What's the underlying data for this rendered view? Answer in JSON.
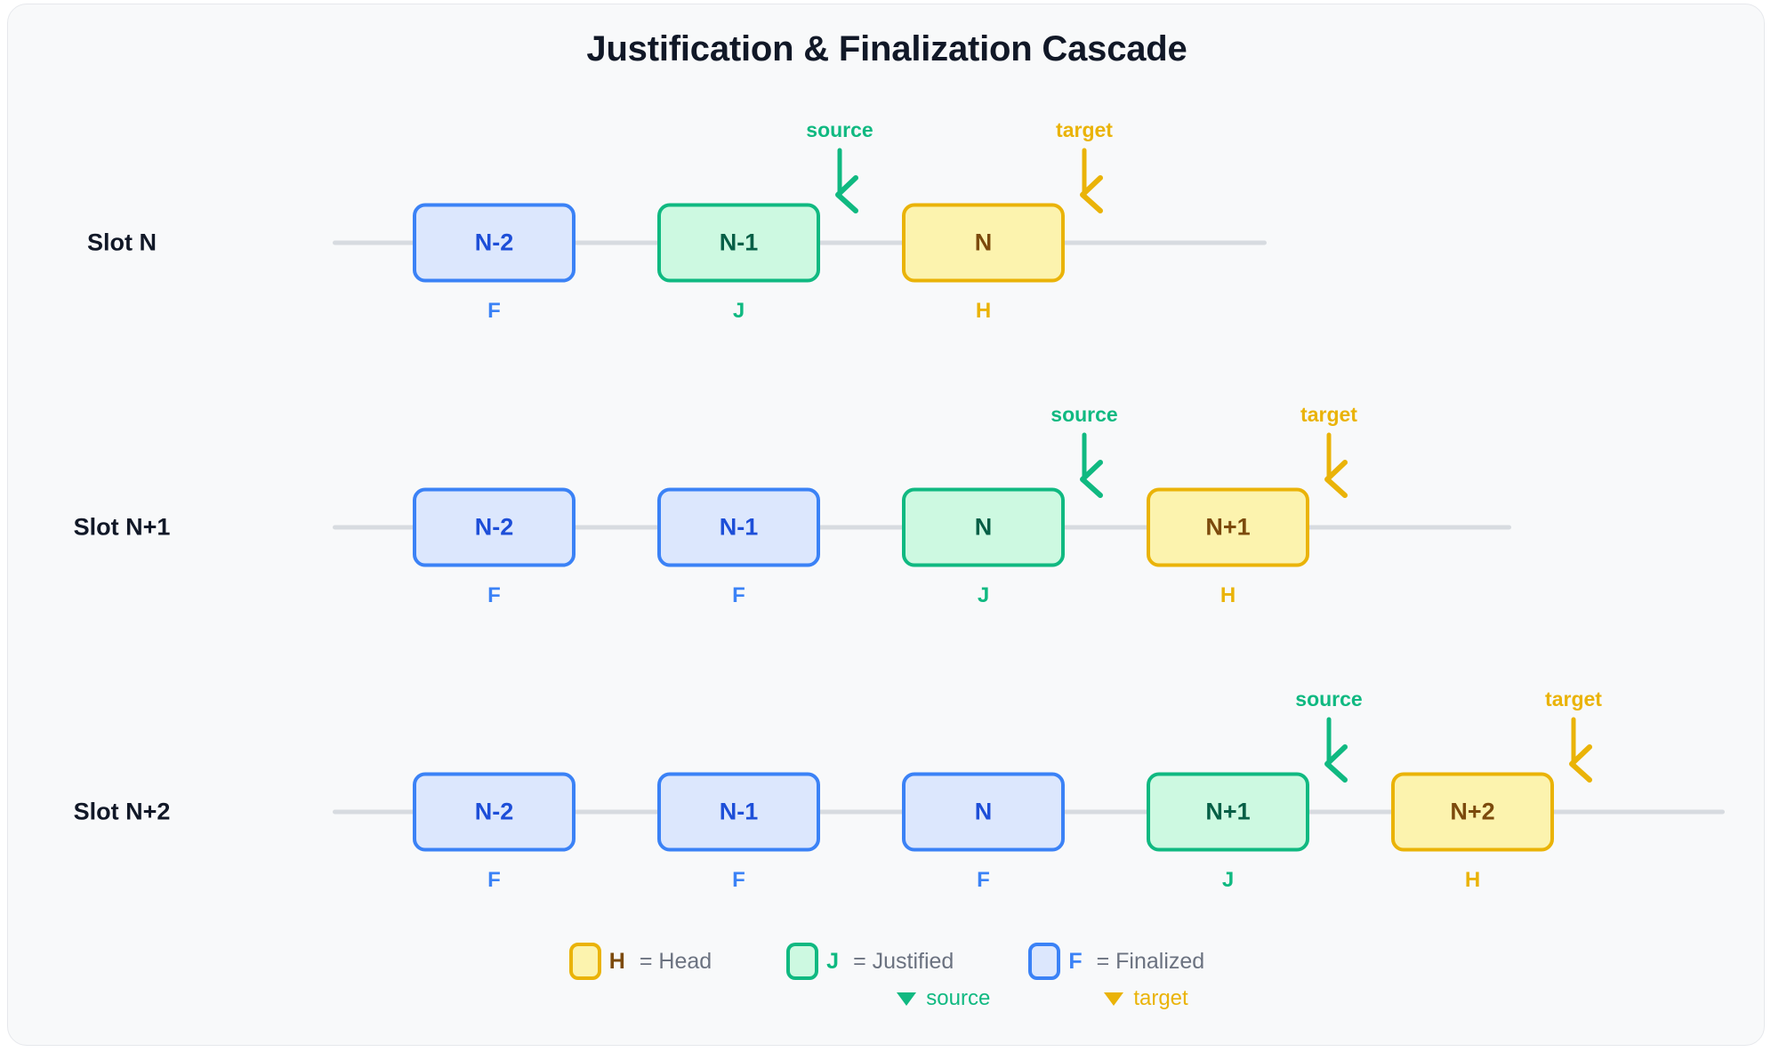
{
  "title": "Justification & Finalization Cascade",
  "colors": {
    "background": "#f8f9fa",
    "finalized": "#3b82f6",
    "finalized_fill": "#dce7fd",
    "justified": "#10b981",
    "justified_fill": "#cdf9e1",
    "head": "#eab308",
    "head_fill": "#fcf3ae",
    "chain_line": "#d7dbe0",
    "title_text": "#111827"
  },
  "rows": [
    {
      "label": "Slot N",
      "nodes": [
        {
          "name": "N-2",
          "state": "F",
          "state_label": "F"
        },
        {
          "name": "N-1",
          "state": "J",
          "state_label": "J"
        },
        {
          "name": "N",
          "state": "H",
          "state_label": "H"
        }
      ],
      "annotations": [
        {
          "kind": "source",
          "text": "source",
          "target_node": "N-1"
        },
        {
          "kind": "target",
          "text": "target",
          "target_node": "N"
        }
      ]
    },
    {
      "label": "Slot N+1",
      "nodes": [
        {
          "name": "N-2",
          "state": "F",
          "state_label": "F"
        },
        {
          "name": "N-1",
          "state": "F",
          "state_label": "F"
        },
        {
          "name": "N",
          "state": "J",
          "state_label": "J"
        },
        {
          "name": "N+1",
          "state": "H",
          "state_label": "H"
        }
      ],
      "annotations": [
        {
          "kind": "source",
          "text": "source",
          "target_node": "N"
        },
        {
          "kind": "target",
          "text": "target",
          "target_node": "N+1"
        }
      ]
    },
    {
      "label": "Slot N+2",
      "nodes": [
        {
          "name": "N-2",
          "state": "F",
          "state_label": "F"
        },
        {
          "name": "N-1",
          "state": "F",
          "state_label": "F"
        },
        {
          "name": "N",
          "state": "F",
          "state_label": "F"
        },
        {
          "name": "N+1",
          "state": "J",
          "state_label": "J"
        },
        {
          "name": "N+2",
          "state": "H",
          "state_label": "H"
        }
      ],
      "annotations": [
        {
          "kind": "source",
          "text": "source",
          "target_node": "N+1"
        },
        {
          "kind": "target",
          "text": "target",
          "target_node": "N+2"
        }
      ]
    }
  ],
  "legend": {
    "items": [
      {
        "key": "H",
        "state": "H",
        "desc": "= Head"
      },
      {
        "key": "J",
        "state": "J",
        "desc": "= Justified"
      },
      {
        "key": "F",
        "state": "F",
        "desc": "= Finalized"
      }
    ],
    "markers": [
      {
        "kind": "source",
        "text": "source"
      },
      {
        "kind": "target",
        "text": "target"
      }
    ]
  }
}
